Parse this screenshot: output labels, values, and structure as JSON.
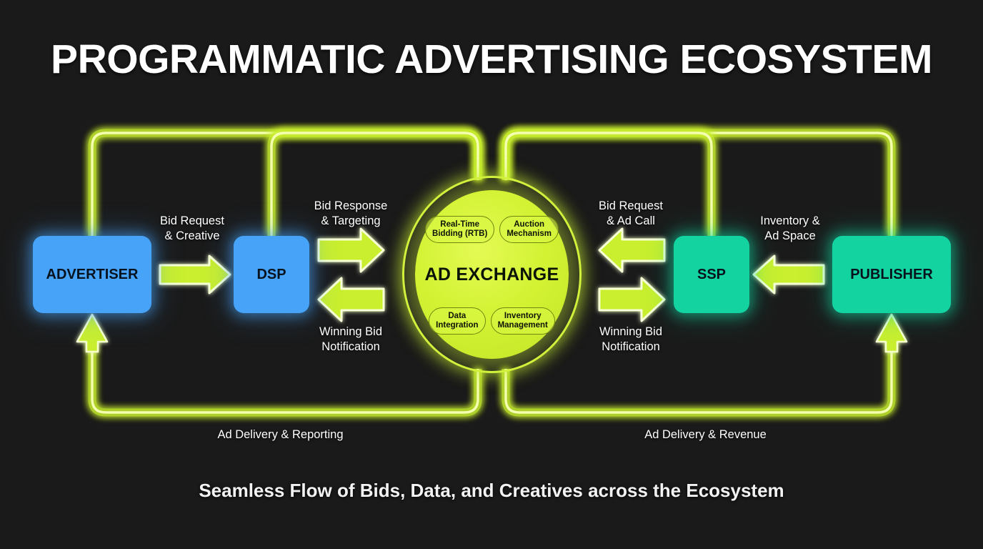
{
  "page": {
    "title": "PROGRAMMATIC ADVERTISING ECOSYSTEM",
    "footer": "Seamless Flow of Bids, Data, and Creatives across the Ecosystem",
    "background_color": "#1a1a1a",
    "accent_color": "#d2f232",
    "node_blue": "#47a3f7",
    "node_teal": "#13d3a0",
    "text_color": "#ffffff"
  },
  "nodes": [
    {
      "id": "advertiser",
      "label": "ADVERTISER",
      "color": "#47a3f7"
    },
    {
      "id": "dsp",
      "label": "DSP",
      "color": "#47a3f7"
    },
    {
      "id": "ssp",
      "label": "SSP",
      "color": "#13d3a0"
    },
    {
      "id": "publisher",
      "label": "PUBLISHER",
      "color": "#13d3a0"
    }
  ],
  "hub": {
    "title": "AD EXCHANGE",
    "color": "#d2f232",
    "pills": [
      {
        "id": "rtb",
        "line1": "Real-Time",
        "line2": "Bidding (RTB)"
      },
      {
        "id": "auction",
        "line1": "Auction",
        "line2": "Mechanism"
      },
      {
        "id": "data",
        "line1": "Data",
        "line2": "Integration"
      },
      {
        "id": "inventory",
        "line1": "Inventory",
        "line2": "Management"
      }
    ]
  },
  "flows": {
    "bid_request_creative": {
      "line1": "Bid Request",
      "line2": "& Creative"
    },
    "bid_response_targeting": {
      "line1": "Bid Response",
      "line2": "& Targeting"
    },
    "winning_bid_left": {
      "line1": "Winning Bid",
      "line2": "Notification"
    },
    "bid_request_adcall": {
      "line1": "Bid Request",
      "line2": "& Ad Call"
    },
    "winning_bid_right": {
      "line1": "Winning Bid",
      "line2": "Notification"
    },
    "inventory_adspace": {
      "line1": "Inventory &",
      "line2": "Ad Space"
    },
    "ad_delivery_reporting": "Ad Delivery & Reporting",
    "ad_delivery_revenue": "Ad Delivery & Revenue"
  }
}
